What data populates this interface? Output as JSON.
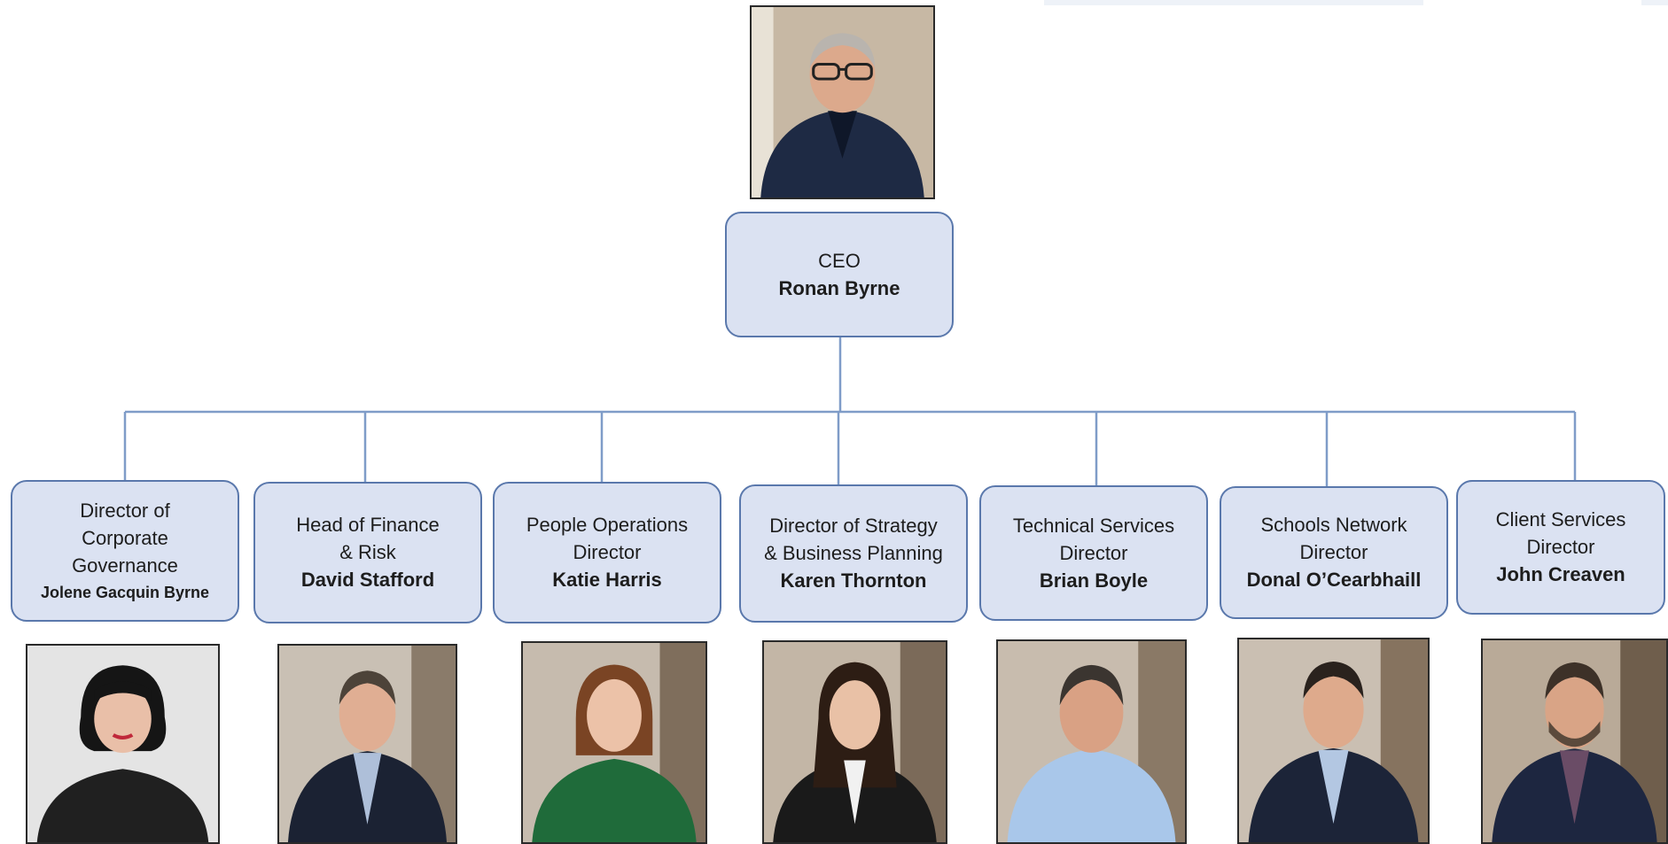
{
  "ceo": {
    "role": "CEO",
    "name": "Ronan Byrne"
  },
  "reports": [
    {
      "role": "Director of\nCorporate\nGovernance",
      "name": "Jolene Gacquin Byrne"
    },
    {
      "role": "Head of Finance\n& Risk",
      "name": "David Stafford"
    },
    {
      "role": "People Operations\nDirector",
      "name": "Katie Harris"
    },
    {
      "role": "Director of Strategy\n& Business Planning",
      "name": "Karen Thornton"
    },
    {
      "role": "Technical Services\nDirector",
      "name": "Brian Boyle"
    },
    {
      "role": "Schools Network\nDirector",
      "name": "Donal O’Cearbhaill"
    },
    {
      "role": "Client Services\nDirector",
      "name": "John Creaven"
    }
  ],
  "colors": {
    "box_fill": "#dbe2f2",
    "box_border": "#5a78ac",
    "connector": "#7f9cc8"
  }
}
